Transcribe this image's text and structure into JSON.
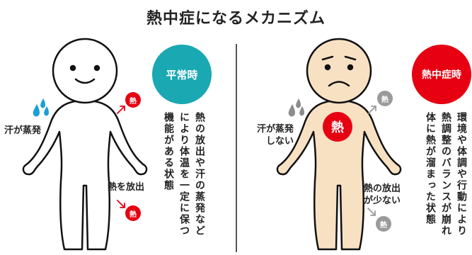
{
  "title": "熱中症になるメカニズム",
  "normal": {
    "badge": "平常時",
    "sweat_label": "汗が蒸発",
    "heat_release_label": "熱を放出",
    "heat_icon": "熱",
    "description_col1": "熱の放出や汗の蒸発など",
    "description_col2": "により体温を一定に保つ",
    "description_col3": "機能がある状態",
    "colors": {
      "badge": "#1aa8b3",
      "heat": "#e60012",
      "sweat": "#1a9fd6"
    }
  },
  "heatstroke": {
    "badge": "熱中症時",
    "sweat_label_line1": "汗が蒸発",
    "sweat_label_line2": "しない",
    "heat_label_line1": "熱の放出",
    "heat_label_line2": "が少ない",
    "heat_icon": "熱",
    "center_heat": "熱",
    "description_col1": "環境や体調や行動により",
    "description_col2": "熱調整のバランスが崩れ",
    "description_col3": "体に熱が溜まった状態",
    "colors": {
      "badge": "#e60012",
      "body": "#f8e1c3",
      "heat_gray": "#9a9a9a",
      "sweat": "#8c8c8c"
    }
  }
}
